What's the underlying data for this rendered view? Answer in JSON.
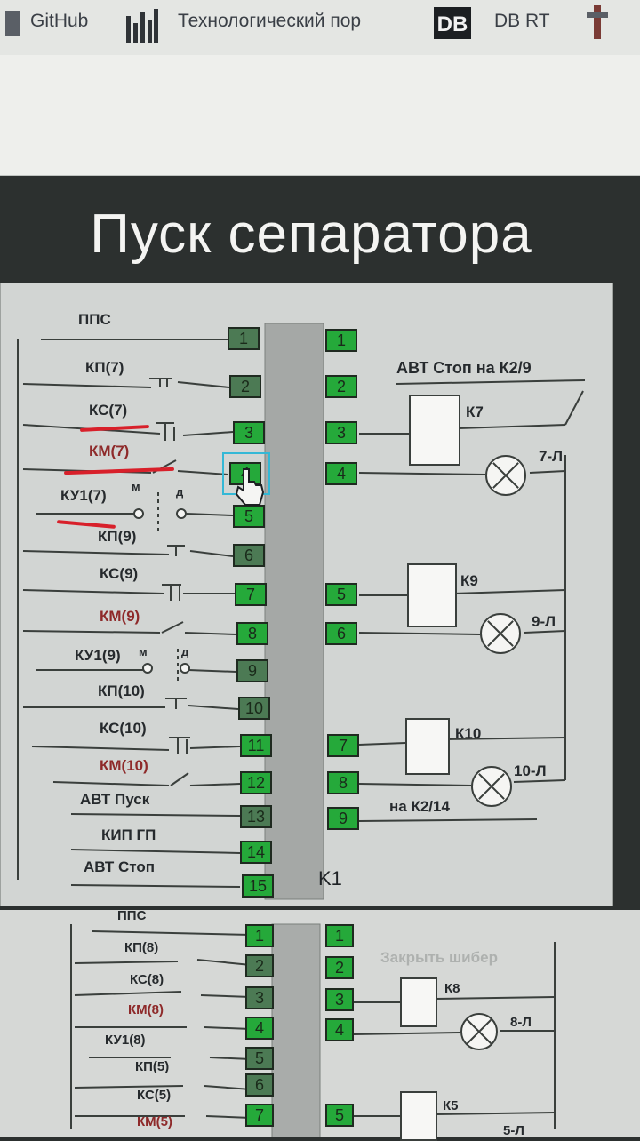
{
  "bookmarks": [
    {
      "icon": "github-icon",
      "label": "GitHub"
    },
    {
      "icon": "chart-icon",
      "label": "Технологический пор"
    },
    {
      "icon": "db-icon",
      "label": "DB"
    },
    {
      "icon": "db-icon",
      "label": "DB RT"
    }
  ],
  "title": "Пуск сепаратора",
  "k1": {
    "name": "K1",
    "contacts": [
      "ППС",
      "КП(7)",
      "КС(7)",
      "КМ(7)",
      "КУ1(7)",
      "КП(9)",
      "КС(9)",
      "КМ(9)",
      "КУ1(9)",
      "КП(10)",
      "КС(10)",
      "КМ(10)",
      "АВТ Пуск",
      "КИП ГП",
      "АВТ Стоп"
    ],
    "left_terminals": [
      "1",
      "2",
      "3",
      "4",
      "5",
      "6",
      "7",
      "8",
      "9",
      "10",
      "11",
      "12",
      "13",
      "14",
      "15"
    ],
    "right_terminals": [
      "1",
      "2",
      "3",
      "4",
      "5",
      "6",
      "7",
      "8",
      "9"
    ],
    "right_labels": {
      "avt_stop": "АВТ Стоп на К2/9",
      "k7": "К7",
      "lamp7": "7-Л",
      "k9": "К9",
      "lamp9": "9-Л",
      "k10": "К10",
      "lamp10": "10-Л",
      "to_k2": "на К2/14"
    },
    "switch_marks": {
      "m": "м",
      "d": "д"
    }
  },
  "k5": {
    "contacts": [
      "ППС",
      "КП(8)",
      "КС(8)",
      "КМ(8)",
      "КУ1(8)",
      "КП(5)",
      "КС(5)",
      "КМ(5)"
    ],
    "left_terminals": [
      "1",
      "2",
      "3",
      "4",
      "5",
      "6",
      "7"
    ],
    "right_terminals": [
      "1",
      "2",
      "3",
      "4",
      "5"
    ],
    "right_labels": {
      "damper": "Закрыть шибер",
      "k8": "К8",
      "lamp8": "8-Л",
      "k5": "К5",
      "lamp5": "5-Л"
    }
  },
  "colors": {
    "terminal_active": "#25a93a",
    "terminal_idle": "#4c7a54",
    "panel": "#d2d5d3",
    "title_bg": "#2c302f"
  }
}
